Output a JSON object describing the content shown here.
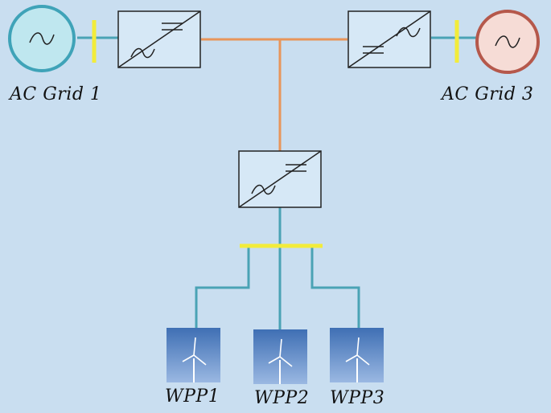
{
  "labels": {
    "ac_grid_1": "AC Grid 1",
    "ac_grid_3": "AC Grid 3",
    "wpp1": "WPP1",
    "wpp2": "WPP2",
    "wpp3": "WPP3"
  },
  "colors": {
    "background": "#c9def0",
    "ac_line": "#4aa3b5",
    "dc_line": "#e8955a",
    "busbar": "#f2ec3a",
    "grid1_fill": "#bfe7ef",
    "grid1_stroke": "#3fa3b8",
    "grid3_fill": "#f6dcd6",
    "grid3_stroke": "#b5584b",
    "converter_fill": "#d6e8f6",
    "turbine_top": "#3f6fb4",
    "turbine_bottom": "#8fb0de"
  },
  "icons": {
    "grid_source": "sine-wave-icon",
    "converter": "ac-dc-converter-icon",
    "turbine": "wind-turbine-icon"
  }
}
